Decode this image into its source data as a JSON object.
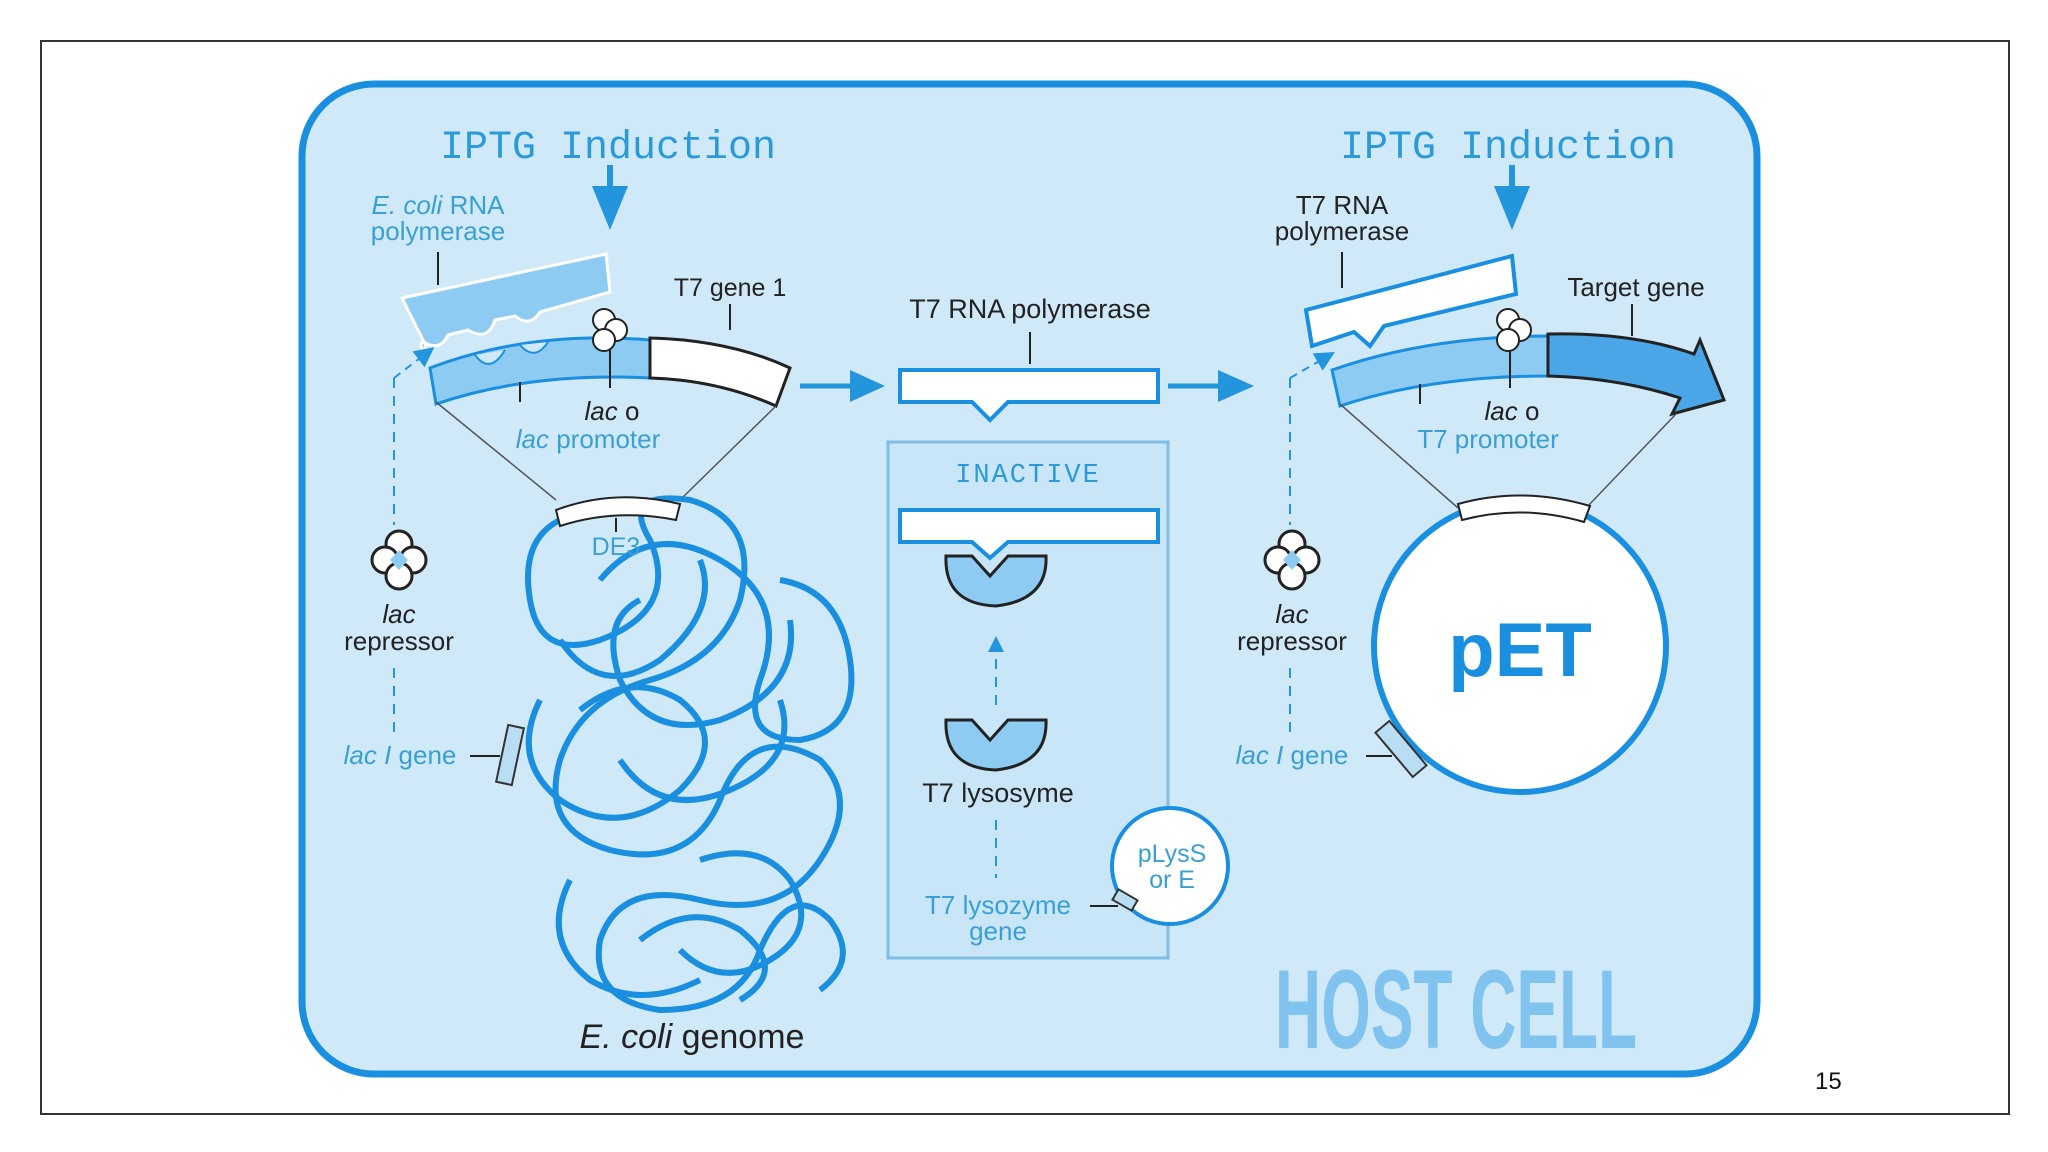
{
  "slide": {
    "page_number": "15"
  },
  "diagram": {
    "left": {
      "induction": "IPTG Induction",
      "rnap_label_line1_italic": "E. coli",
      "rnap_label_line1_rest": " RNA",
      "rnap_label_line2": "polymerase",
      "gene_label": "T7 gene 1",
      "operator_italic": "lac",
      "operator_rest": " o",
      "promoter_italic": "lac",
      "promoter_rest": " promoter",
      "de3": "DE3",
      "repressor_line1": "lac",
      "repressor_line2": "repressor",
      "laci_italic": "lac I",
      "laci_rest": " gene",
      "genome_italic": "E. coli",
      "genome_rest": " genome"
    },
    "middle": {
      "polymerase": "T7 RNA polymerase",
      "inactive": "INACTIVE",
      "lysosyme": "T7 lysosyme",
      "lysozyme_gene_line1": "T7 lysozyme",
      "lysozyme_gene_line2": "gene",
      "plasmid_line1": "pLysS",
      "plasmid_line2": "or E"
    },
    "right": {
      "induction": "IPTG Induction",
      "rnap_line1": "T7 RNA",
      "rnap_line2": "polymerase",
      "target_gene": "Target gene",
      "operator_italic": "lac",
      "operator_rest": " o",
      "promoter": "T7 promoter",
      "repressor_line1": "lac",
      "repressor_line2": "repressor",
      "laci_italic": "lac I",
      "laci_rest": " gene",
      "plasmid": "pET"
    },
    "host_cell": "HOST CELL"
  },
  "colors": {
    "cell_bg": "#cfe9f8",
    "cell_border": "#1a8fe0",
    "accent": "#2295dd",
    "label_blue": "#3aa0d4",
    "pale_blue": "#9fd0f2",
    "host_text": "#7fc3ee"
  }
}
